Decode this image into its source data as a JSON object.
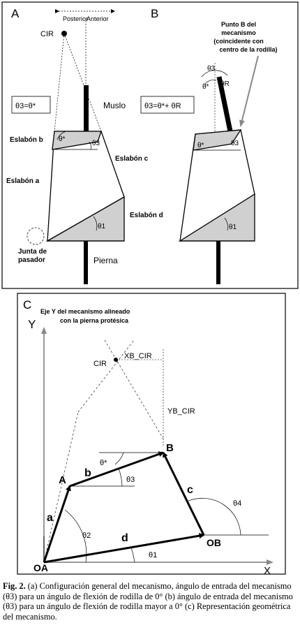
{
  "panel_a": {
    "letter": "A",
    "posterior": "Posterior",
    "anterior": "Anterior",
    "cir": "CIR",
    "equation": "θ3=θ*",
    "muslo": "Muslo",
    "pierna": "Pierna",
    "eslabon_b": "Eslabón b",
    "eslabon_c": "Eslabón c",
    "eslabon_a": "Eslabón a",
    "eslabon_d": "Eslabón d",
    "junta_line1": "Junta de",
    "junta_line2": "pasador",
    "theta_star": "θ*",
    "theta_3": "θ3",
    "theta_1": "θ1"
  },
  "panel_b": {
    "letter": "B",
    "equation": "θ3=θ*+ θR",
    "punto_line1": "Punto B del",
    "punto_line2": "mecanismo",
    "punto_line3": "(coincidente con",
    "punto_line4": "centro de la rodilla)",
    "theta_3_top": "θ3",
    "theta_star_top": "θ*",
    "theta_r": "θR",
    "theta_star": "θ*",
    "theta_3": "θ3",
    "theta_1": "θ1"
  },
  "panel_c": {
    "letter": "C",
    "note_line1": "Eje Y del mecanismo alineado",
    "note_line2": "con la pierna protésica",
    "y_axis": "Y",
    "x_axis": "X",
    "cir": "CIR",
    "x_b_cir": "XB_CIR",
    "y_b_cir": "YB_CIR",
    "point_a": "A",
    "point_b": "B",
    "link_a": "a",
    "link_b": "b",
    "link_c": "c",
    "link_d": "d",
    "o_a": "OA",
    "o_b": "OB",
    "theta_star": "θ*",
    "theta_1": "θ1",
    "theta_2": "θ2",
    "theta_3": "θ3",
    "theta_4": "θ4"
  },
  "caption": {
    "fig": "Fig. 2.",
    "text": " (a) Configuración general del mecanismo, ángulo de entrada del mecanismo (θ3) para un ángulo de flexión de rodilla de 0° (b) ángulo de entrada del mecanismo (θ3) para un ángulo de flexión de rodilla mayor a 0° (c) Representación geométrica del mecanismo."
  }
}
